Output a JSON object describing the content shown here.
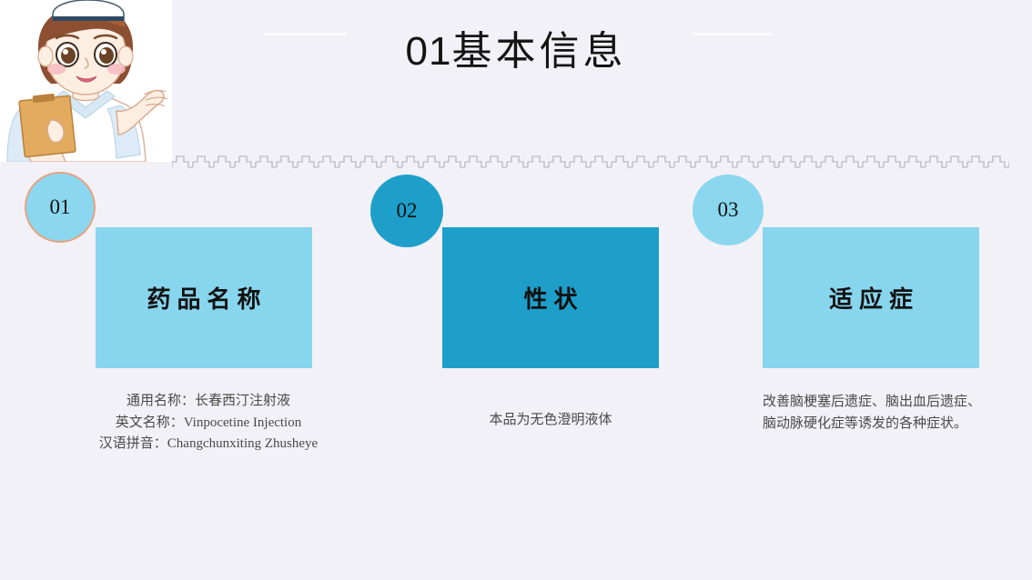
{
  "slide": {
    "title_number": "01",
    "title_text": "基本信息",
    "background_color": "#f2f1f7"
  },
  "header": {
    "illustration_name": "nurse-illustration",
    "illustration_background": "#ffffff"
  },
  "colors": {
    "light_blue": "#88d6ee",
    "dark_blue": "#1d9fc9",
    "badge_border": "#e8a282",
    "text": "#111111",
    "caption_text": "#4a4a4a",
    "divider": "#c9c7d3"
  },
  "columns": [
    {
      "badge": "01",
      "badge_fill": "#8ad7ef",
      "badge_border": "#e8a282",
      "panel_label": "药品名称",
      "panel_fill": "#88d6ee",
      "caption_lines": [
        "通用名称：长春西汀注射液",
        "英文名称：Vinpocetine Injection",
        "汉语拼音：Changchunxiting Zhusheye"
      ]
    },
    {
      "badge": "02",
      "badge_fill": "#1d9fc9",
      "badge_border": "none",
      "panel_label": "性状",
      "panel_fill": "#1d9fc9",
      "caption_lines": [
        "本品为无色澄明液体"
      ]
    },
    {
      "badge": "03",
      "badge_fill": "#8ad7ef",
      "badge_border": "none",
      "panel_label": "适应症",
      "panel_fill": "#88d6ee",
      "caption_lines": [
        "改善脑梗塞后遗症、脑出血后遗症、脑动脉硬化症等诱发的各种症状。"
      ]
    }
  ]
}
